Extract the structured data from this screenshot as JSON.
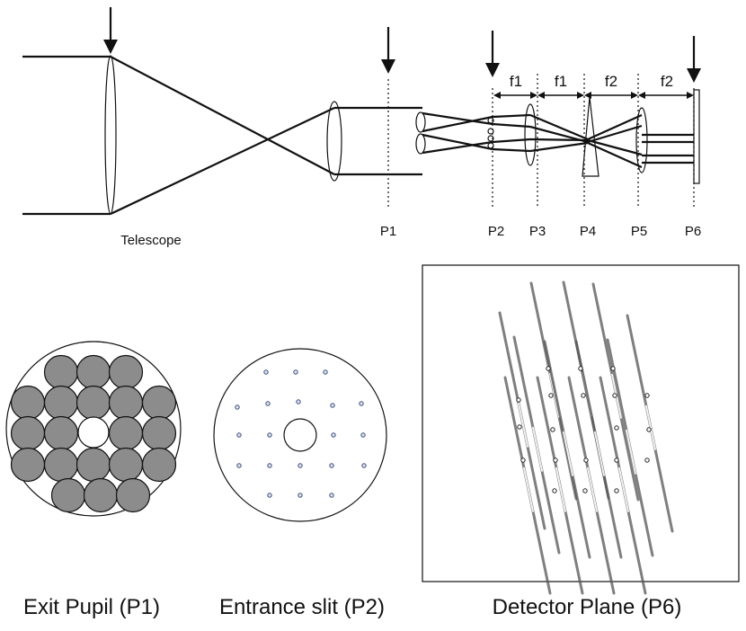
{
  "labels": {
    "telescope": "Telescope",
    "planes": [
      "P1",
      "P2",
      "P3",
      "P4",
      "P5",
      "P6"
    ],
    "focal": [
      "f1",
      "f1",
      "f2",
      "f2"
    ]
  },
  "captions": {
    "exit_pupil": "Exit Pupil (P1)",
    "entrance_slit": "Entrance slit (P2)",
    "detector_plane": "Detector Plane (P6)"
  },
  "colors": {
    "ink": "#111111",
    "pupil_fill": "#8c8c8c",
    "slit_dot": "#3a4a7a"
  }
}
